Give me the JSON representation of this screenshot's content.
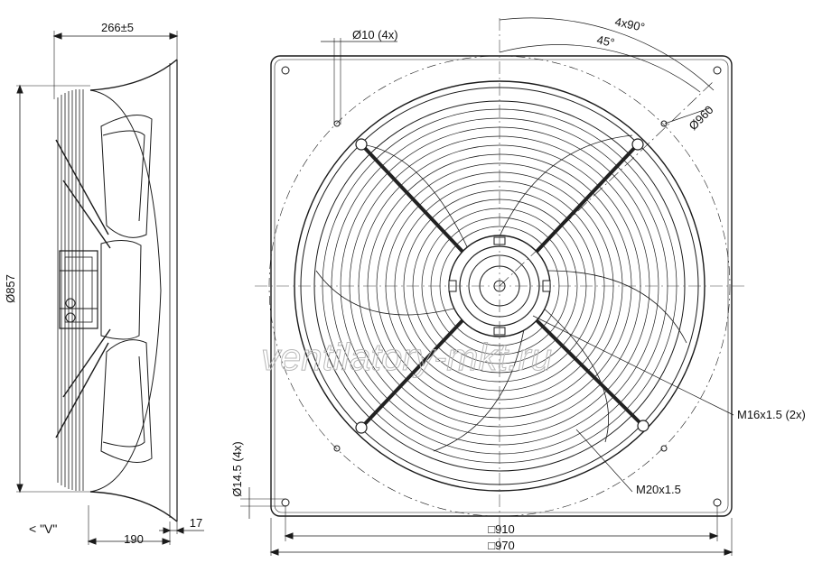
{
  "side_view": {
    "depth_label": "266±5",
    "diameter_label": "Ø857",
    "mount_label": "190",
    "flange_label": "17",
    "view_label": "< \"V\""
  },
  "front_view": {
    "holes_top_label": "Ø10 (4x)",
    "angle_label": "4x90°",
    "angle_half_label": "45°",
    "bolt_circle_label": "Ø960",
    "holes_side_label": "Ø14.5 (4x)",
    "gland_label_1": "M16x1.5 (2x)",
    "gland_label_2": "M20x1.5",
    "width_inner_label": "□910",
    "width_outer_label": "□970"
  },
  "watermark": "ventilatory-mkt.ru",
  "colors": {
    "line": "#1a1a1a",
    "thin_line": "#444444",
    "fill_plate": "#ffffff",
    "watermark": "#b8b8b8"
  }
}
